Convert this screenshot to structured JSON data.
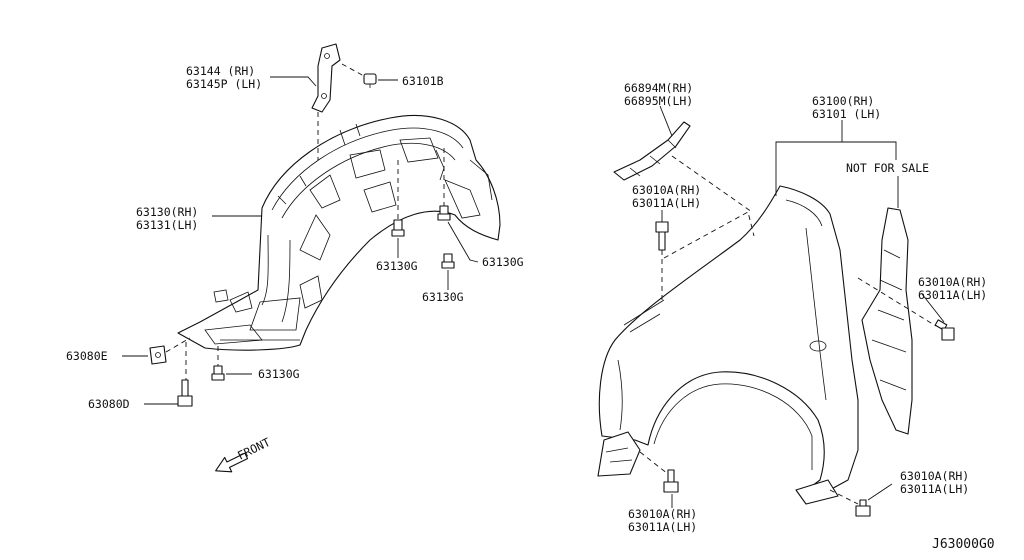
{
  "labels": {
    "p63144": "63144  (RH)",
    "p63145p": "63145P (LH)",
    "p63101b": "63101B",
    "p63130rh": "63130(RH)",
    "p63131lh": "63131(LH)",
    "p63130g_a": "63130G",
    "p63130g_b": "63130G",
    "p63130g_c": "63130G",
    "p63130g_d": "63130G",
    "p63080e": "63080E",
    "p63080d": "63080D",
    "front": "FRONT",
    "p66894m": "66894M(RH)",
    "p66895m": "66895M(LH)",
    "p63100": "63100(RH)",
    "p63101": "63101 (LH)",
    "not_for_sale": "NOT FOR SALE",
    "p63010a_1": "63010A(RH)",
    "p63011a_1": "63011A(LH)",
    "p63010a_2": "63010A(RH)",
    "p63011a_2": "63011A(LH)",
    "p63010a_3": "63010A(RH)",
    "p63011a_3": "63011A(LH)",
    "p63010a_4": "63010A(RH)",
    "p63011a_4": "63011A(LH)",
    "diagram_code": "J63000G0"
  }
}
